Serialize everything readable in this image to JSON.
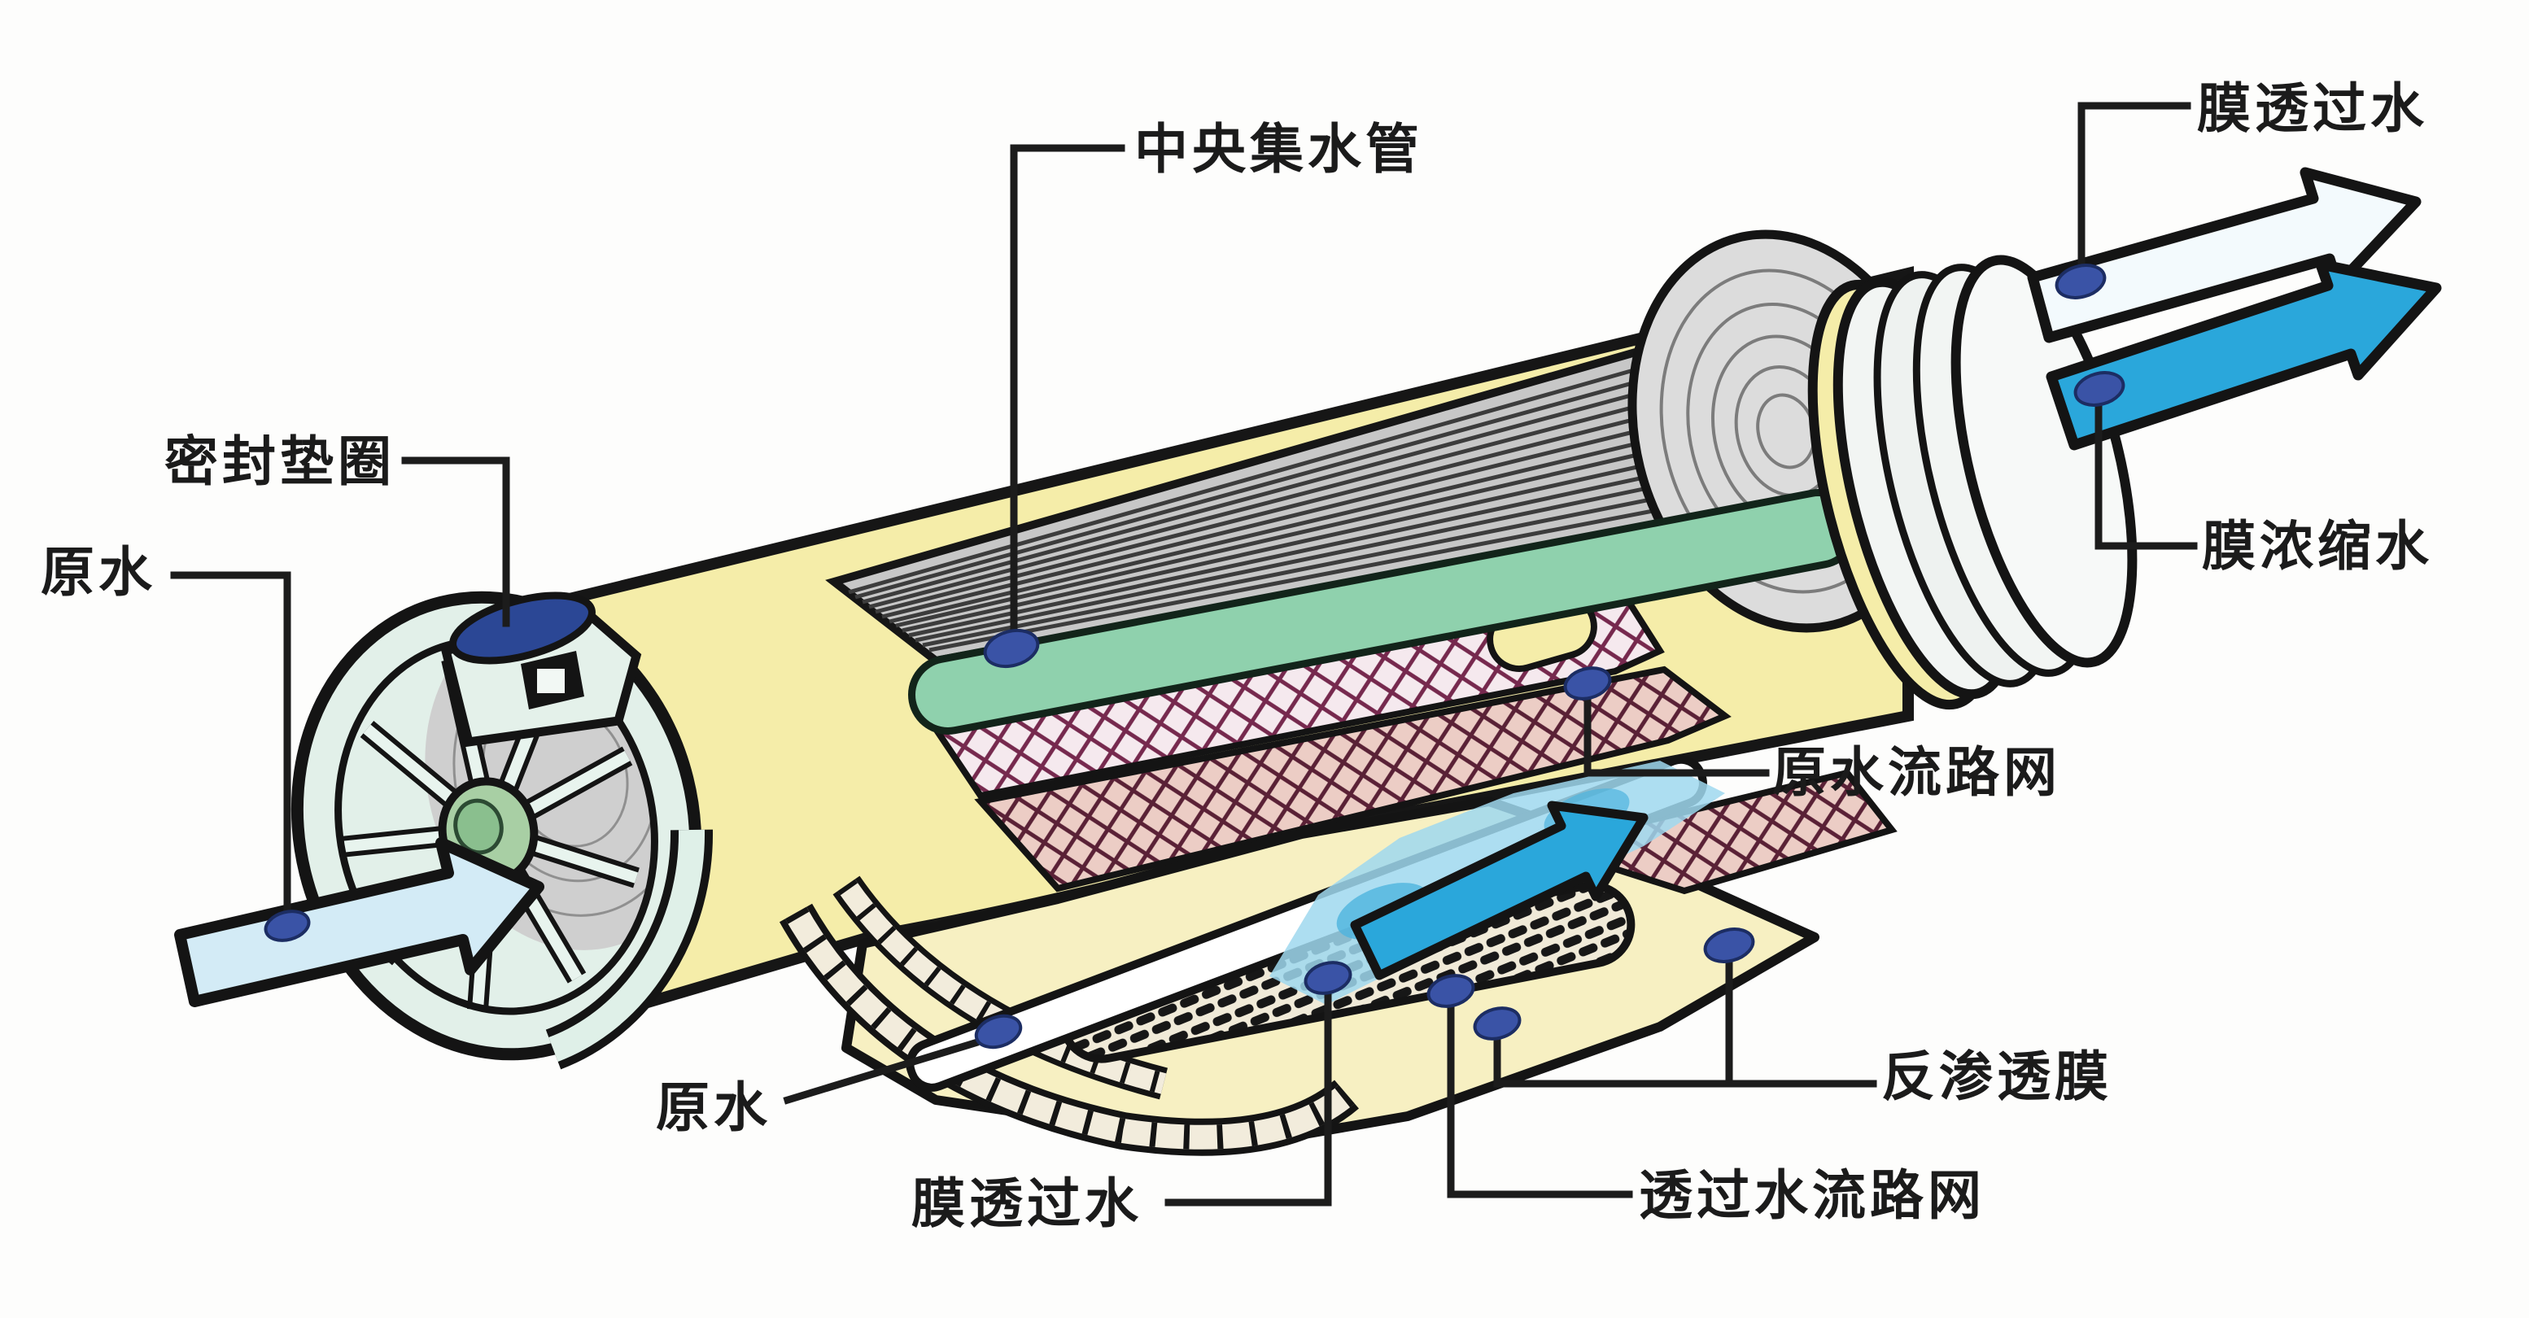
{
  "diagram": {
    "kind": "cutaway-technical-illustration",
    "callouts": {
      "central_tube": {
        "text": "中央集水管"
      },
      "permeate_top": {
        "text": "膜透过水"
      },
      "concentrate": {
        "text": "膜浓缩水"
      },
      "seal_gasket": {
        "text": "密封垫圈"
      },
      "raw_water_left": {
        "text": "原水"
      },
      "raw_water_bottom": {
        "text": "原水"
      },
      "permeate_bottom": {
        "text": "膜透过水"
      },
      "permeate_spacer_net": {
        "text": "透过水流路网"
      },
      "ro_membrane": {
        "text": "反渗透膜"
      },
      "feed_spacer_net": {
        "text": "原水流路网"
      }
    },
    "flow_arrows": [
      {
        "name": "feed-in-arrow",
        "color": "#d3ebf6",
        "direction": "into left end cap"
      },
      {
        "name": "permeate-out-arrow",
        "color": "#f3fafd",
        "direction": "out of right end, upper"
      },
      {
        "name": "concentrate-out-arrow",
        "color": "#2aa7db",
        "direction": "out of right end, lower"
      },
      {
        "name": "permeate-internal-arrow",
        "color": "#2aa7db",
        "direction": "along unrolled membrane sheet"
      }
    ],
    "colors": {
      "background": "#fdfdfc",
      "vessel_shell": "#f5eda9",
      "end_cap": "#e2f0e9",
      "hub_green": "#a8cfa4",
      "seal_gasket_blue": "#2b4795",
      "central_tube_green": "#8fd1ad",
      "rolled_layers_gray": "#c7c7c7",
      "feed_spacer_mesh_light": "#f5e9ee",
      "feed_spacer_mesh_dark": "#eccdc5",
      "mesh_line_wine": "#76294e",
      "membrane_sheet_cream": "#f7f0c2",
      "weave_patch": "#f0ead8",
      "callout_dot_blue": "#3a53a6",
      "ink": "#1b1b1b"
    }
  }
}
